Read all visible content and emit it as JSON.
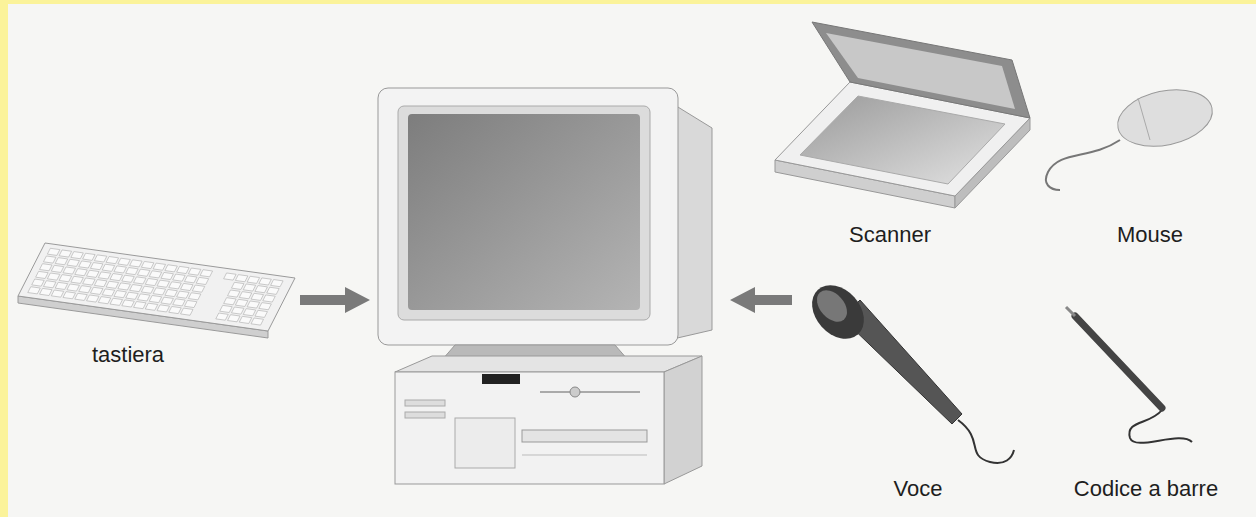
{
  "diagram": {
    "labels": [
      "Scanner",
      "Mouse",
      "tastiera",
      "Voce",
      "Codice a barre"
    ]
  }
}
